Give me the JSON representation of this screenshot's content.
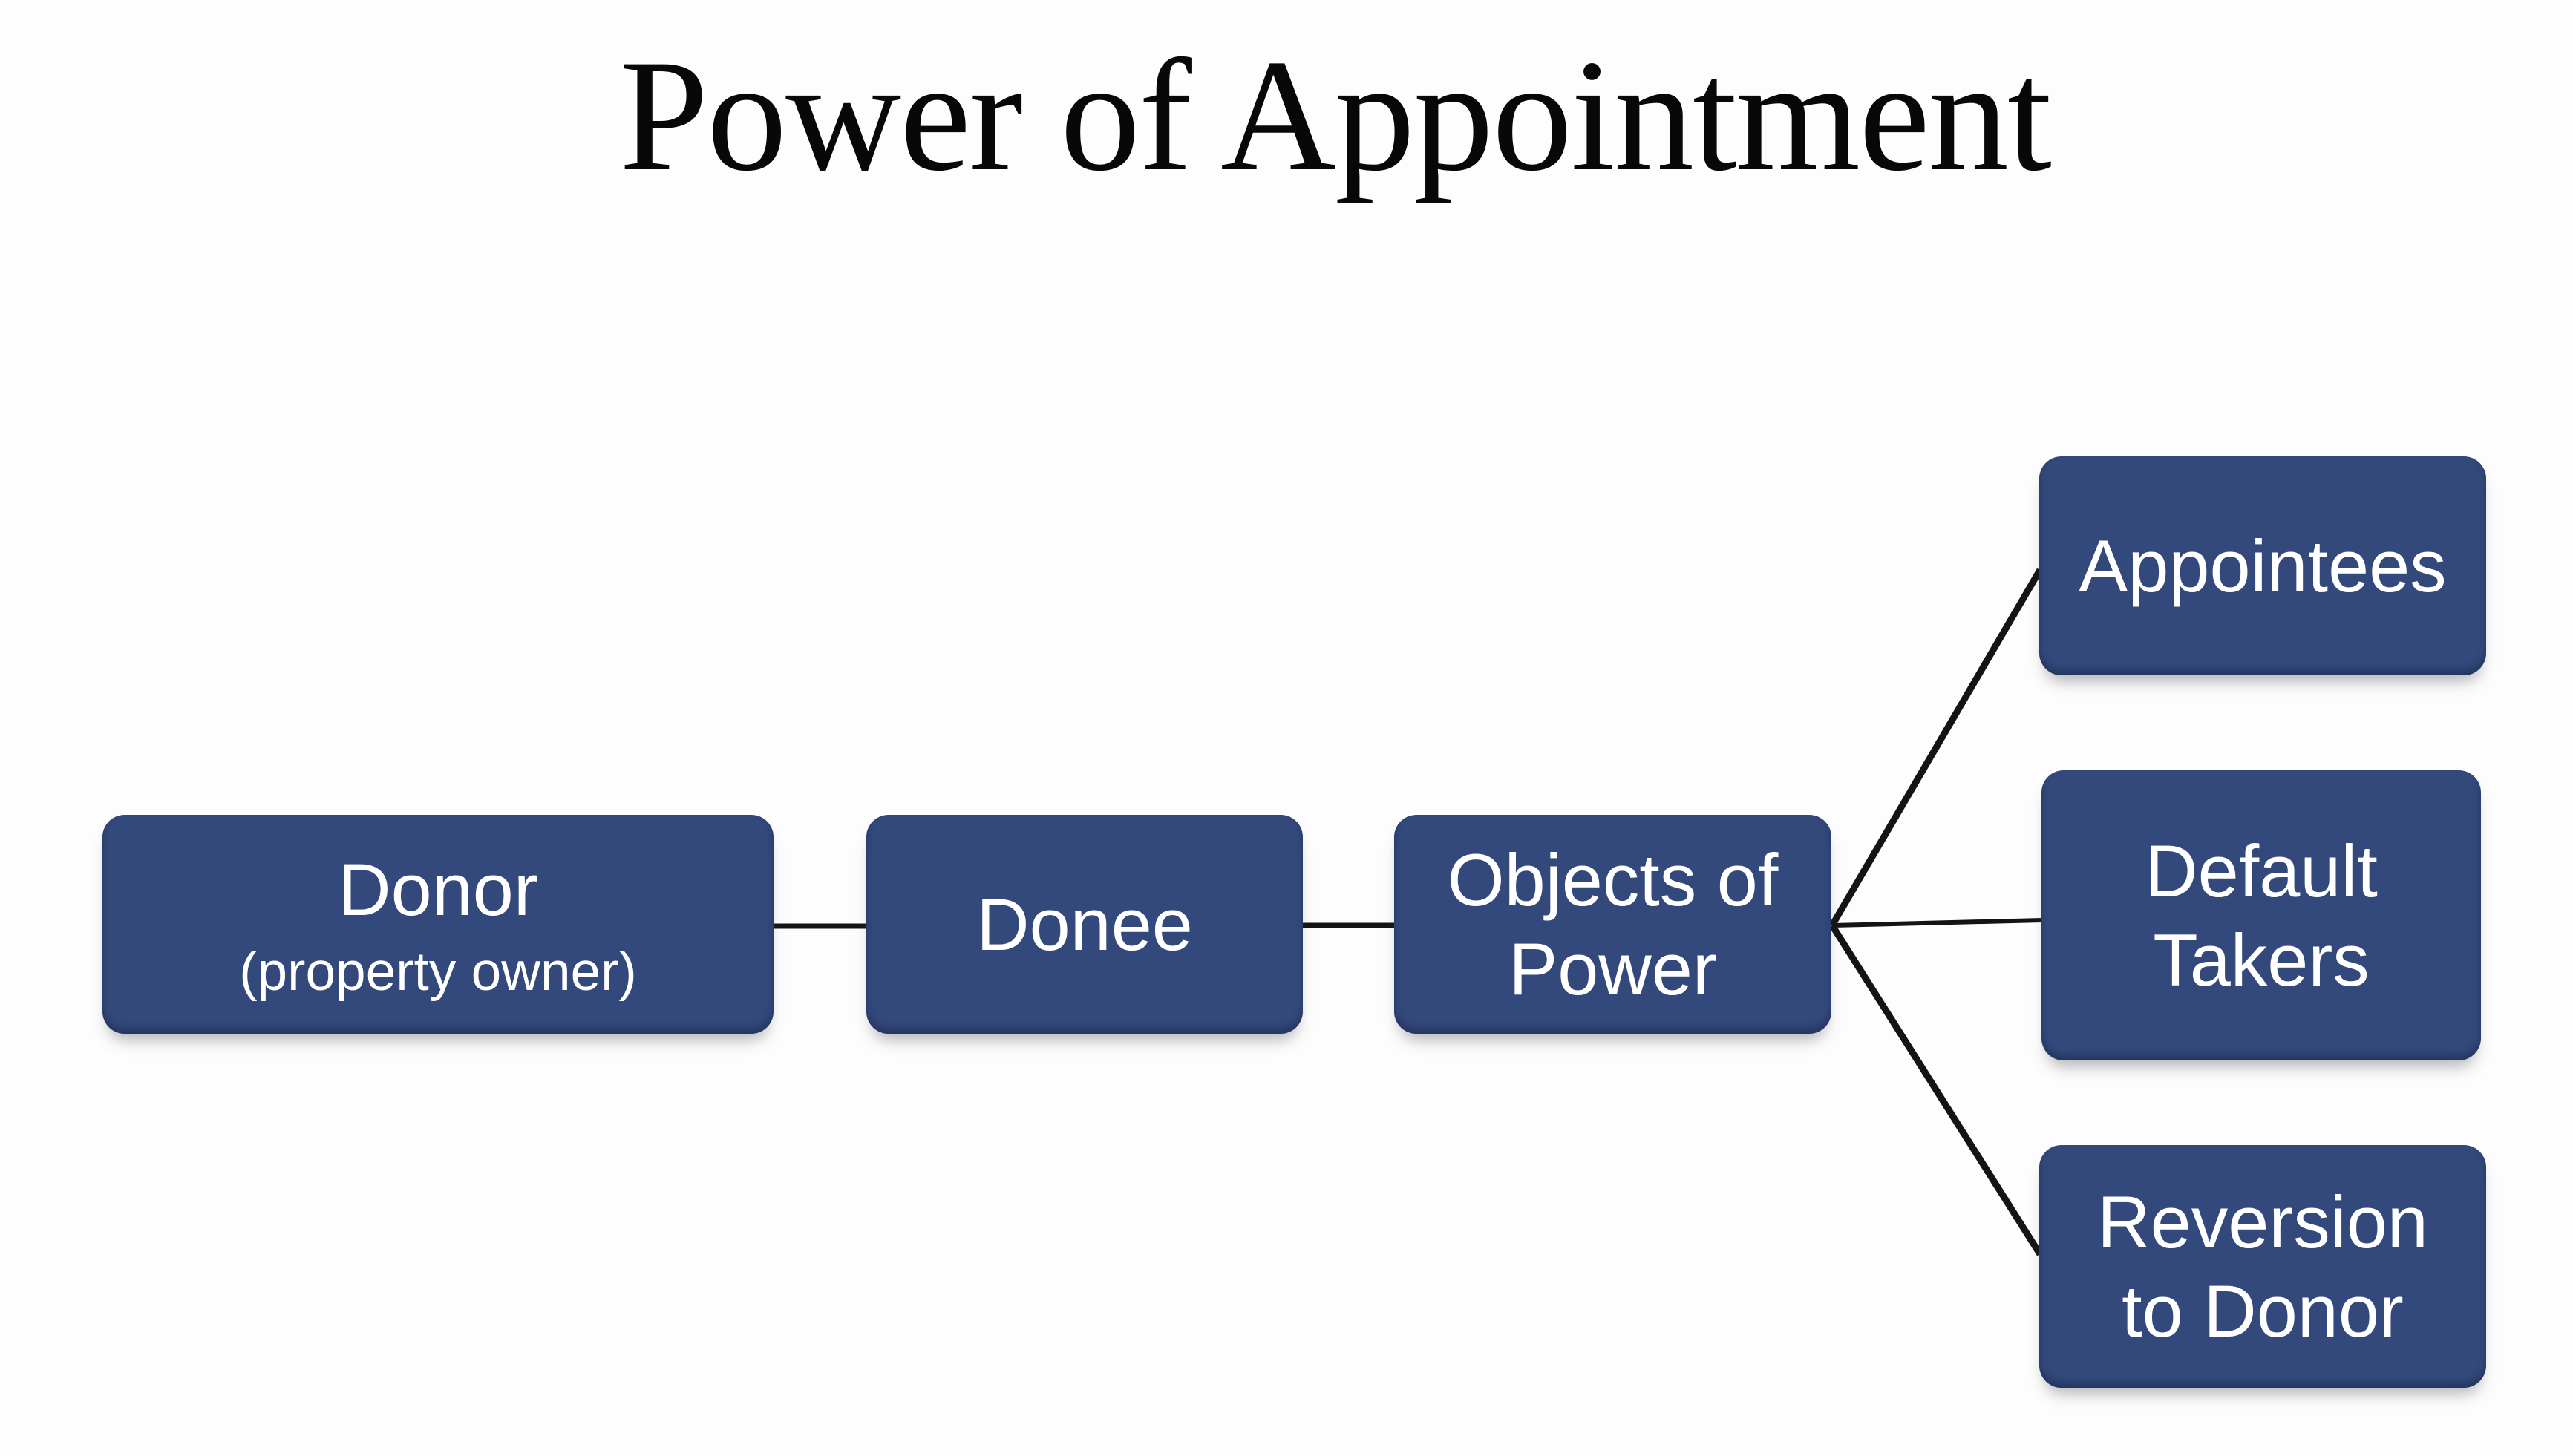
{
  "title": "Power of Appointment",
  "colors": {
    "background": "#FDFDFD",
    "node_fill": "#33497B",
    "node_text": "#FFFFFF",
    "connector": "#141414",
    "title_text": "#080808"
  },
  "diagram": {
    "nodes": [
      {
        "id": "donor",
        "lines": [
          "Donor"
        ],
        "sublabel": "(property owner)"
      },
      {
        "id": "donee",
        "lines": [
          "Donee"
        ]
      },
      {
        "id": "objects-of-power",
        "lines": [
          "Objects of",
          "Power"
        ]
      },
      {
        "id": "appointees",
        "lines": [
          "Appointees"
        ]
      },
      {
        "id": "default-takers",
        "lines": [
          "Default",
          "Takers"
        ]
      },
      {
        "id": "reversion-to-donor",
        "lines": [
          "Reversion",
          "to Donor"
        ]
      }
    ],
    "edges": [
      {
        "from": "donor",
        "to": "donee"
      },
      {
        "from": "donee",
        "to": "objects-of-power"
      },
      {
        "from": "objects-of-power",
        "to": "appointees"
      },
      {
        "from": "objects-of-power",
        "to": "default-takers"
      },
      {
        "from": "objects-of-power",
        "to": "reversion-to-donor"
      }
    ]
  }
}
